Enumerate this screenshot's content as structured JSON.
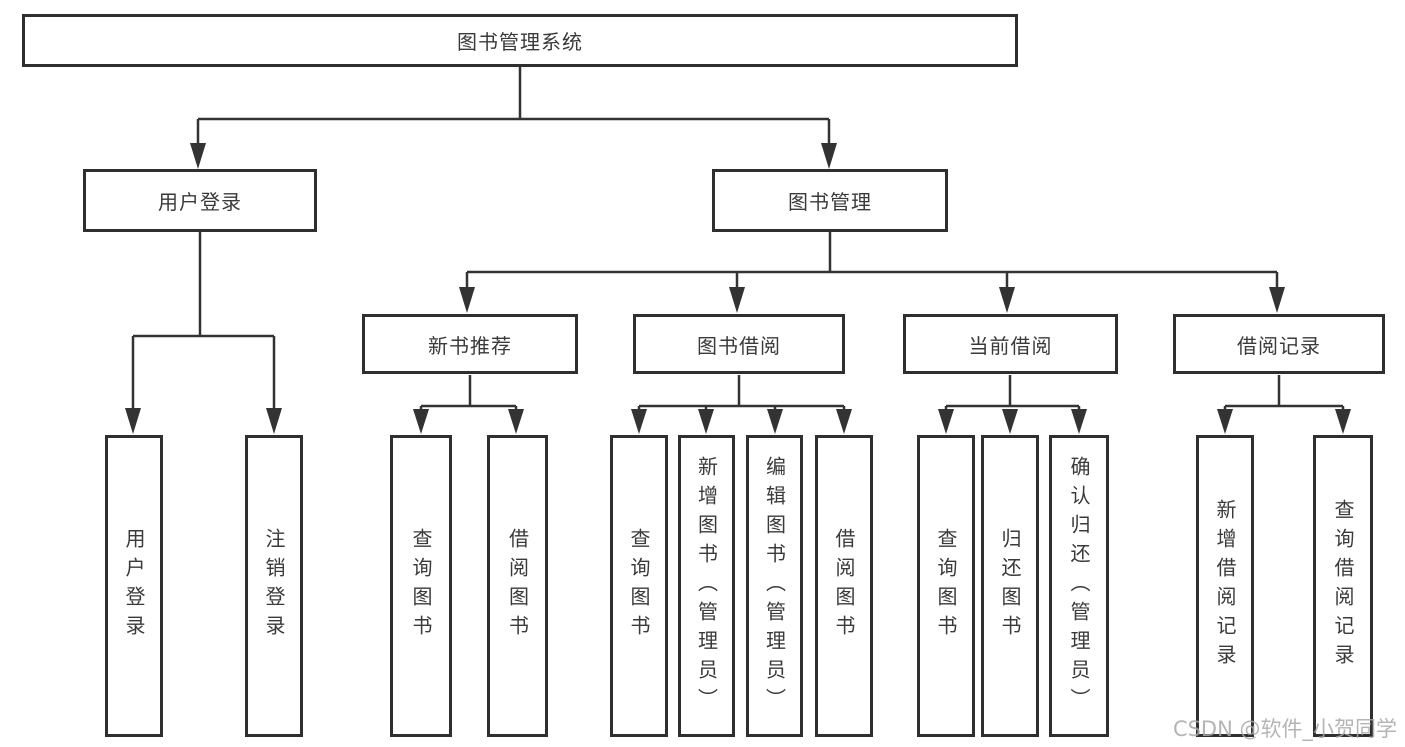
{
  "tree": {
    "label": "图书管理系统",
    "children": [
      {
        "label": "用户登录",
        "children": [
          {
            "label": "用户登录"
          },
          {
            "label": "注销登录"
          }
        ]
      },
      {
        "label": "图书管理",
        "children": [
          {
            "label": "新书推荐",
            "children": [
              {
                "label": "查询图书"
              },
              {
                "label": "借阅图书"
              }
            ]
          },
          {
            "label": "图书借阅",
            "children": [
              {
                "label": "查询图书"
              },
              {
                "label": "新增图书（管理员）"
              },
              {
                "label": "编辑图书（管理员）"
              },
              {
                "label": "借阅图书"
              }
            ]
          },
          {
            "label": "当前借阅",
            "children": [
              {
                "label": "查询图书"
              },
              {
                "label": "归还图书"
              },
              {
                "label": "确认归还（管理员）"
              }
            ]
          },
          {
            "label": "借阅记录",
            "children": [
              {
                "label": "新增借阅记录"
              },
              {
                "label": "查询借阅记录"
              }
            ]
          }
        ]
      }
    ]
  },
  "watermark": "CSDN @软件_小贺同学",
  "colors": {
    "line": "#333333",
    "border": "#2f2f2f",
    "text": "#3a3a3a",
    "background": "#ffffff",
    "watermark": "#a8a8a8"
  }
}
